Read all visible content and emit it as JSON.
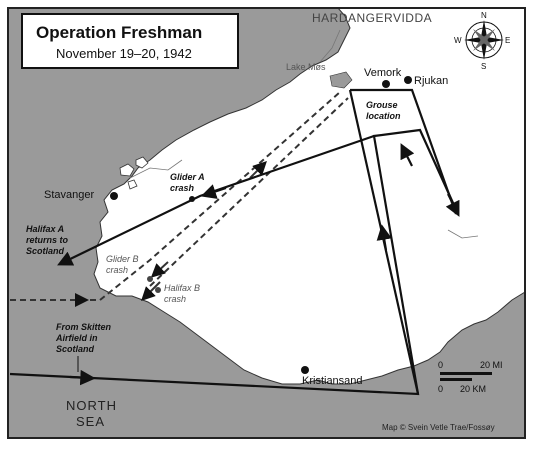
{
  "title": {
    "heading": "Operation Freshman",
    "dates": "November 19–20, 1942"
  },
  "regions": {
    "plateau": "HARDANGERVIDDA",
    "sea_line1": "NORTH",
    "sea_line2": "SEA"
  },
  "places": {
    "lake": "Lake Møs",
    "vemork": "Vemork",
    "rjukan": "Rjukan",
    "stavanger": "Stavanger",
    "kristiansand": "Kristiansand"
  },
  "annotations": {
    "grouse_1": "Grouse",
    "grouse_2": "location",
    "glider_a_1": "Glider A",
    "glider_a_2": "crash",
    "glider_b_1": "Glider B",
    "glider_b_2": "crash",
    "halifax_b_1": "Halifax B",
    "halifax_b_2": "crash",
    "halifax_a_1": "Halifax A",
    "halifax_a_2": "returns to",
    "halifax_a_3": "Scotland",
    "skitten_1": "From Skitten",
    "skitten_2": "Airfield in",
    "skitten_3": "Scotland"
  },
  "compass": {
    "n": "N",
    "s": "S",
    "e": "E",
    "w": "W"
  },
  "scale": {
    "mi_zero": "0",
    "mi_label": "20 MI",
    "km_zero": "0",
    "km_label": "20 KM"
  },
  "credit": "Map © Svein Vetle Trae/Fossøy",
  "colors": {
    "sea": "#9a9a9a",
    "land": "#ffffff",
    "ink": "#111111",
    "frame": "#222222"
  }
}
